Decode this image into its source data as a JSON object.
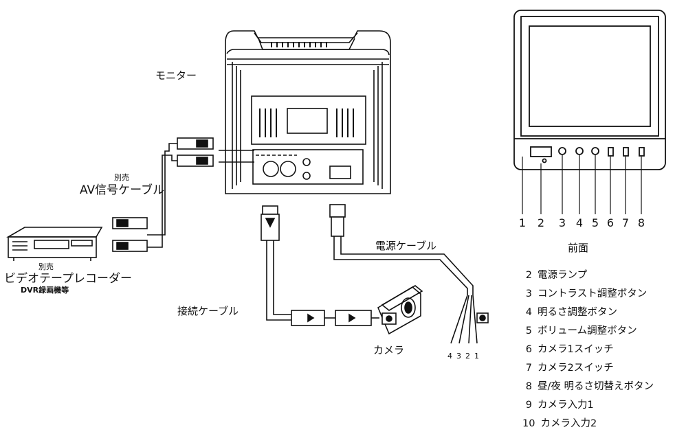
{
  "labels": {
    "monitor": "モニター",
    "av_cable_note": "別売",
    "av_cable": "AV信号ケーブル",
    "vcr_note": "別売",
    "vcr": "ビデオテープレコーダー",
    "dvr": "DVR録画機等",
    "power_cable": "電源ケーブル",
    "connect_cable": "接続ケーブル",
    "camera": "カメラ",
    "front": "前面"
  },
  "power_wire_numbers": [
    "4",
    "3",
    "2",
    "1"
  ],
  "front_panel_numbers": [
    "1",
    "2",
    "3",
    "4",
    "5",
    "6",
    "7",
    "8"
  ],
  "legend": [
    {
      "n": "2",
      "text": "電源ランプ"
    },
    {
      "n": "3",
      "text": "コントラスト調整ボタン"
    },
    {
      "n": "4",
      "text": "明るさ調整ボタン"
    },
    {
      "n": "5",
      "text": "ボリューム調整ボタン"
    },
    {
      "n": "6",
      "text": "カメラ1スイッチ"
    },
    {
      "n": "7",
      "text": "カメラ2スイッチ"
    },
    {
      "n": "8",
      "text": "昼/夜 明るさ切替えボタン"
    },
    {
      "n": "9",
      "text": "カメラ入力1"
    },
    {
      "n": "10",
      "text": "カメラ入力2"
    }
  ]
}
